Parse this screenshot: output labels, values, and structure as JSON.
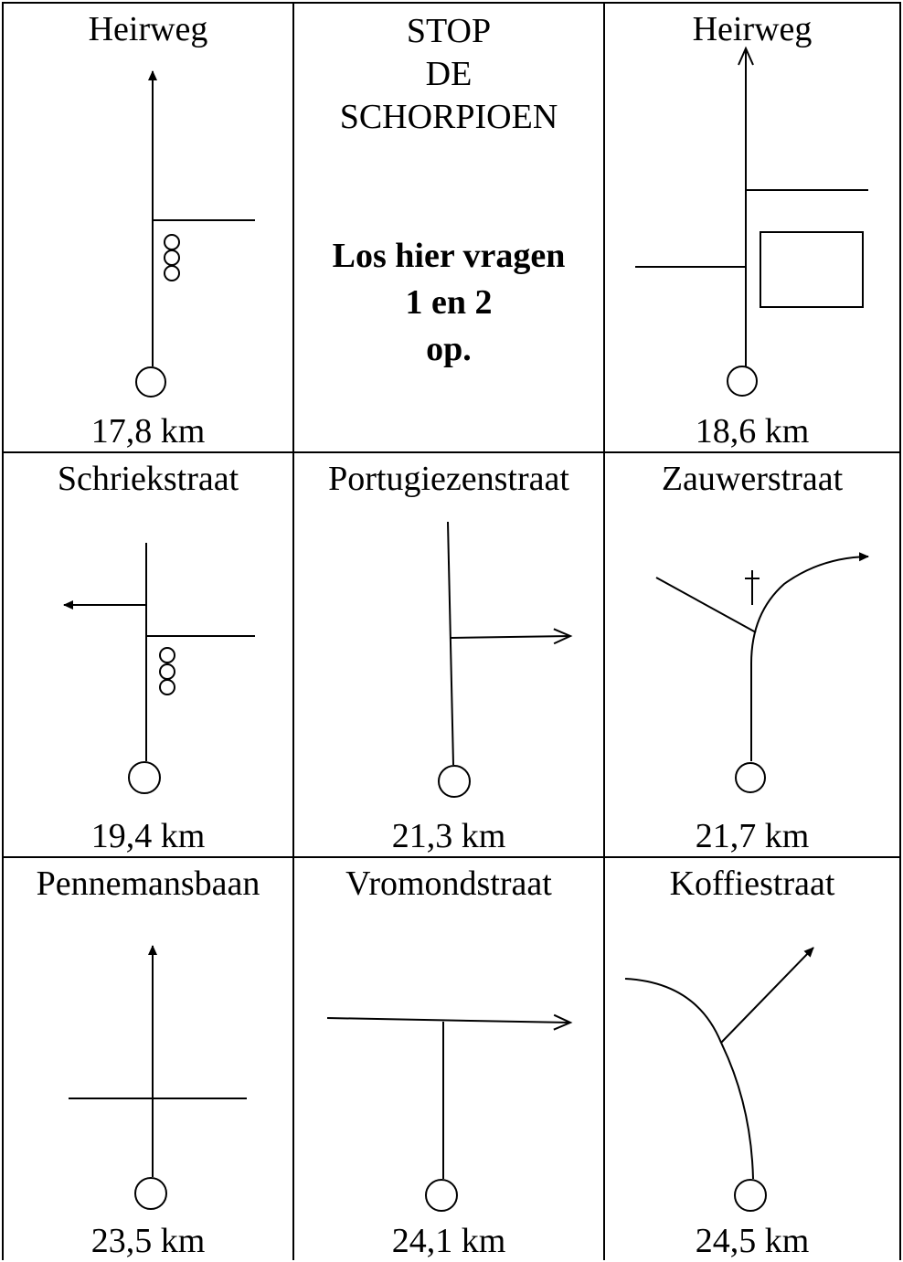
{
  "cells": [
    {
      "street": "Heirweg",
      "km": "17,8 km",
      "diagram": "straight-right-side-road-three-lights"
    },
    {
      "stop": {
        "title_lines": [
          "STOP",
          "DE",
          "SCHORPIOEN"
        ],
        "note_lines": [
          "Los hier vragen",
          "1 en 2",
          "op."
        ]
      }
    },
    {
      "street": "Heirweg",
      "km": "18,6 km",
      "diagram": "straight-roads-both-sides-building"
    },
    {
      "street": "Schriekstraat",
      "km": "19,4 km",
      "diagram": "turn-left-lights"
    },
    {
      "street": "Portugiezenstraat",
      "km": "21,3 km",
      "diagram": "turn-right"
    },
    {
      "street": "Zauwerstraat",
      "km": "21,7 km",
      "diagram": "curve-right-cross"
    },
    {
      "street": "Pennemansbaan",
      "km": "23,5 km",
      "diagram": "straight-crossroads"
    },
    {
      "street": "Vromondstraat",
      "km": "24,1 km",
      "diagram": "t-junction-right"
    },
    {
      "street": "Koffiestraat",
      "km": "24,5 km",
      "diagram": "fork-right-diagonal"
    }
  ]
}
